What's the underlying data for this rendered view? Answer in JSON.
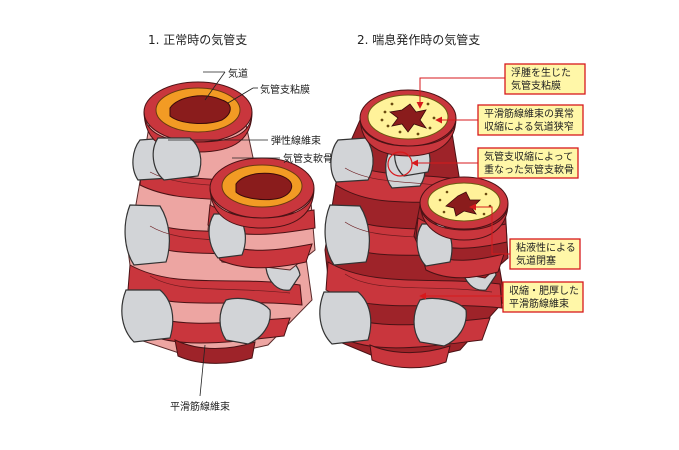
{
  "titles": {
    "normal": "1. 正常時の気管支",
    "asthma": "2. 喘息発作時の気管支"
  },
  "labels_normal": {
    "airway": "気道",
    "mucosa": "気管支粘膜",
    "elastic_fiber": "弾性線維束",
    "cartilage": "気管支軟骨",
    "smooth_muscle": "平滑筋線維束"
  },
  "callouts_asthma": [
    [
      "浮腫を生じた",
      "気管支粘膜"
    ],
    [
      "平滑筋線維束の異常",
      "収縮による気道狭窄"
    ],
    [
      "気管支収縮によって",
      "重なった気管支軟骨"
    ],
    [
      "粘液性による",
      "気道閉塞"
    ],
    [
      "収縮・肥厚した",
      "平滑筋線維束"
    ]
  ],
  "colors": {
    "muscle": "#c9363d",
    "mucosa_normal": "#f29b24",
    "mucosa_edema": "#fff29a",
    "airway_lumen": "#8a1c1c",
    "cartilage": "#d2d4d7",
    "callout_border": "#d7191c",
    "callout_fill": "#fff7a8"
  }
}
